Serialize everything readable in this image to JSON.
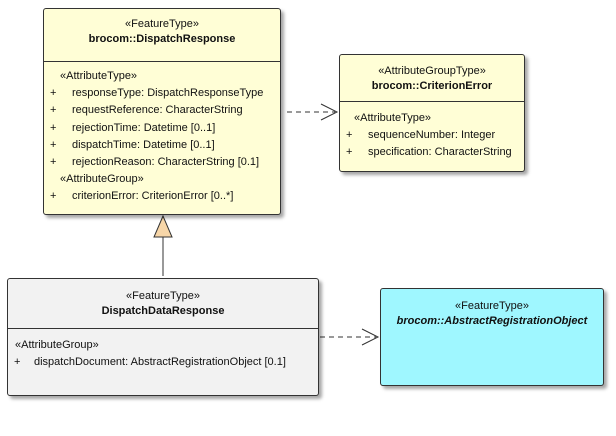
{
  "classes": {
    "dispatch_response": {
      "stereotype": "«FeatureType»",
      "name": "brocom::DispatchResponse",
      "groups": [
        {
          "title": "«AttributeType»",
          "attributes": [
            {
              "vis": "+",
              "text": "responseType: DispatchResponseType"
            },
            {
              "vis": "+",
              "text": "requestReference: CharacterString"
            },
            {
              "vis": "+",
              "text": "rejectionTime: Datetime [0..1]"
            },
            {
              "vis": "+",
              "text": "dispatchTime: Datetime [0..1]"
            },
            {
              "vis": "+",
              "text": "rejectionReason: CharacterString [0.1]"
            }
          ]
        },
        {
          "title": "«AttributeGroup»",
          "attributes": [
            {
              "vis": "+",
              "text": "criterionError: CriterionError [0..*]"
            }
          ]
        }
      ]
    },
    "criterion_error": {
      "stereotype": "«AttributeGroupType»",
      "name": "brocom::CriterionError",
      "groups": [
        {
          "title": "«AttributeType»",
          "attributes": [
            {
              "vis": "+",
              "text": "sequenceNumber: Integer"
            },
            {
              "vis": "+",
              "text": "specification: CharacterString"
            }
          ]
        }
      ]
    },
    "dispatch_data_response": {
      "stereotype": "«FeatureType»",
      "name": "DispatchDataResponse",
      "groups": [
        {
          "title": "«AttributeGroup»",
          "attributes": [
            {
              "vis": "+",
              "text": "dispatchDocument: AbstractRegistrationObject [0.1]"
            }
          ]
        }
      ]
    },
    "abstract_registration_object": {
      "stereotype": "«FeatureType»",
      "name": "brocom::AbstractRegistrationObject"
    }
  },
  "colors": {
    "feature_type_fill": "#fffed6",
    "local_class_fill": "#f2f2f2",
    "abstract_class_fill": "#9ff7ff",
    "inheritance_arrow_fill": "#f7d6a8"
  }
}
